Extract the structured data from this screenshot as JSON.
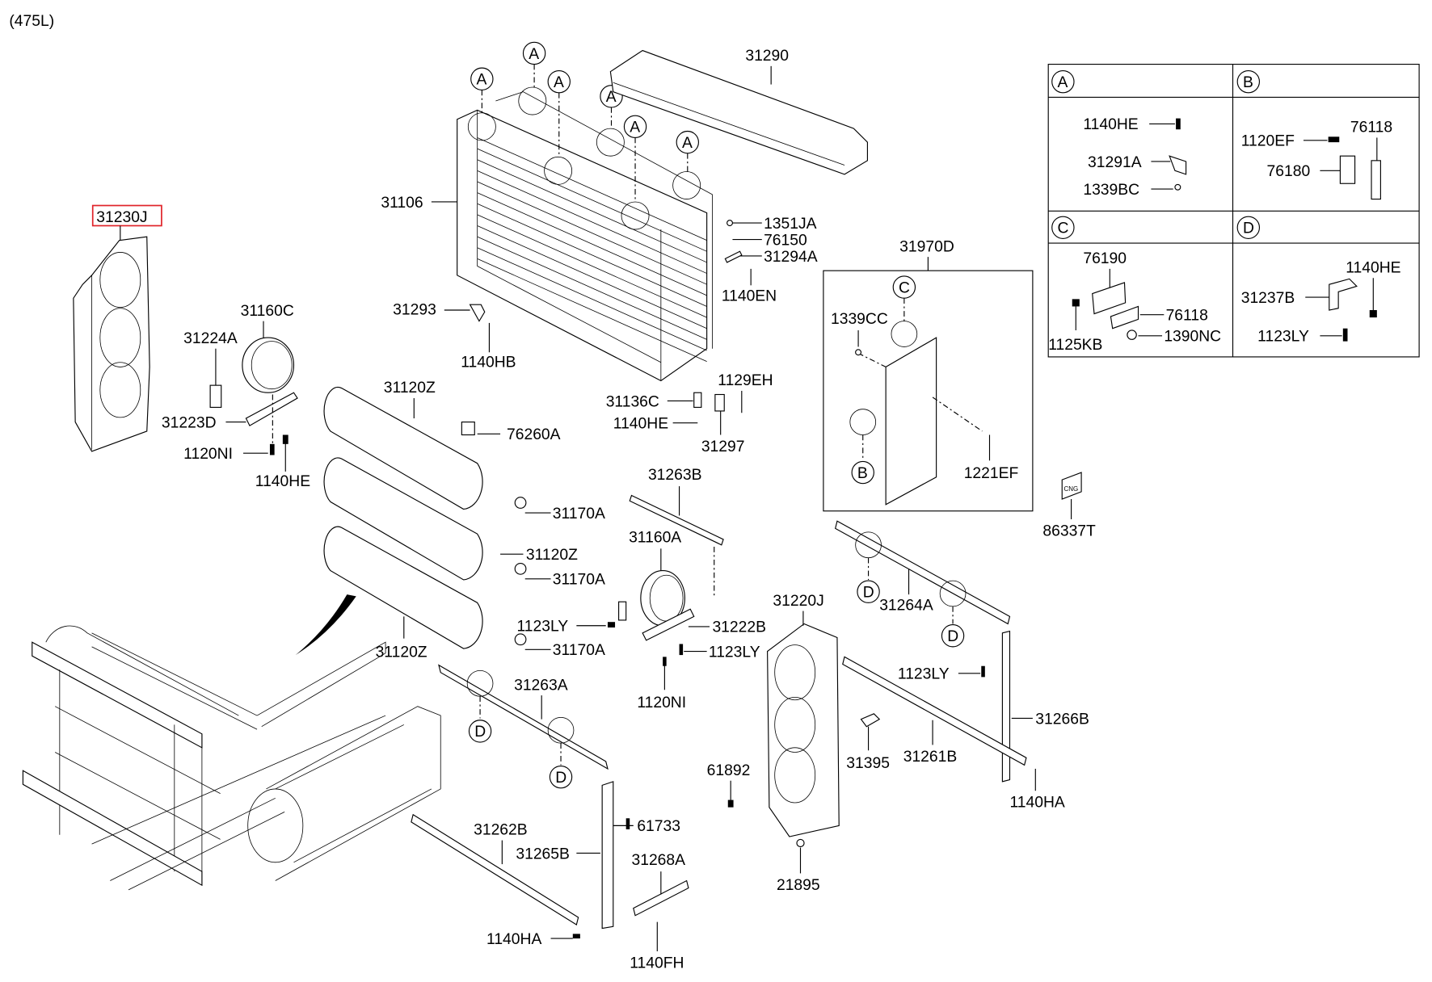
{
  "header": {
    "model_code": "(475L)"
  },
  "highlighted_part": {
    "number": "31230J",
    "highlight_color": "#e0242a"
  },
  "callout_letters": {
    "A": "A",
    "B": "B",
    "C": "C",
    "D": "D"
  },
  "parts": {
    "p31290": "31290",
    "p31106": "31106",
    "p31230J": "31230J",
    "p1351JA": "1351JA",
    "p76150": "76150",
    "p31294A": "31294A",
    "p1140EN": "1140EN",
    "p31293": "31293",
    "p1140HB": "1140HB",
    "p31160C": "31160C",
    "p31224A": "31224A",
    "p31223D": "31223D",
    "p1120NI_a": "1120NI",
    "p1140HE_a": "1140HE",
    "p31120Z_a": "31120Z",
    "p76260A": "76260A",
    "p31136C": "31136C",
    "p1140HE_b": "1140HE",
    "p1129EH": "1129EH",
    "p31297": "31297",
    "p31970D": "31970D",
    "p1339CC": "1339CC",
    "p1221EF": "1221EF",
    "p86337T": "86337T",
    "p31170A_a": "31170A",
    "p31120Z_b": "31120Z",
    "p31170A_b": "31170A",
    "p31263B": "31263B",
    "p31160A": "31160A",
    "p1123LY_a": "1123LY",
    "p31222B": "31222B",
    "p1123LY_b": "1123LY",
    "p1120NI_b": "1120NI",
    "p31120Z_c": "31120Z",
    "p31170A_c": "31170A",
    "p31263A": "31263A",
    "p31220J": "31220J",
    "p31264A": "31264A",
    "p1123LY_c": "1123LY",
    "p31266B": "31266B",
    "p31395": "31395",
    "p31261B": "31261B",
    "p1140HA_a": "1140HA",
    "p61892": "61892",
    "p21895": "21895",
    "p61733": "61733",
    "p31262B": "31262B",
    "p31265B": "31265B",
    "p31268A": "31268A",
    "p1140HA_b": "1140HA",
    "p1140FH": "1140FH"
  },
  "detail_table": {
    "A": {
      "letter": "A",
      "items": [
        "1140HE",
        "31291A",
        "1339BC"
      ]
    },
    "B": {
      "letter": "B",
      "items": [
        "1120EF",
        "76118",
        "76180"
      ]
    },
    "C": {
      "letter": "C",
      "items": [
        "76190",
        "76118",
        "1125KB",
        "1390NC"
      ]
    },
    "D": {
      "letter": "D",
      "items": [
        "1140HE",
        "31237B",
        "1123LY"
      ]
    }
  },
  "label_plate_text": "CNG"
}
